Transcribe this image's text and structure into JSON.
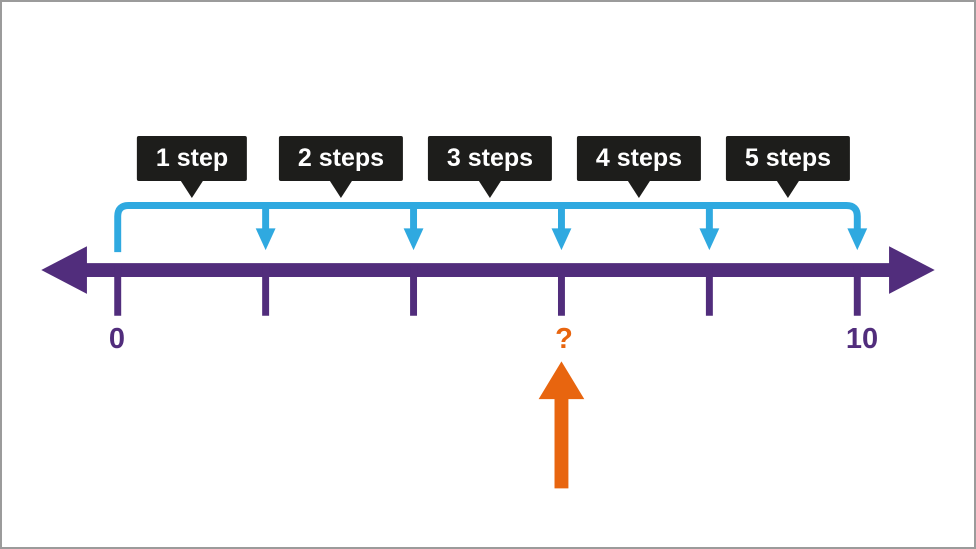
{
  "bubbles": [
    "1 step",
    "2 steps",
    "3 steps",
    "4 steps",
    "5 steps"
  ],
  "numberline": {
    "start_label": "0",
    "unknown_label": "?",
    "end_label": "10",
    "tick_count": 6,
    "jump_count": 5
  },
  "colors": {
    "line_purple": "#512d7c",
    "jump_blue": "#2fa9e0",
    "bubble_black": "#1d1d1b",
    "highlight_orange": "#e8650f",
    "label_text": "#ffffff",
    "frame_gray": "#9b9b9b",
    "background": "#ffffff"
  }
}
